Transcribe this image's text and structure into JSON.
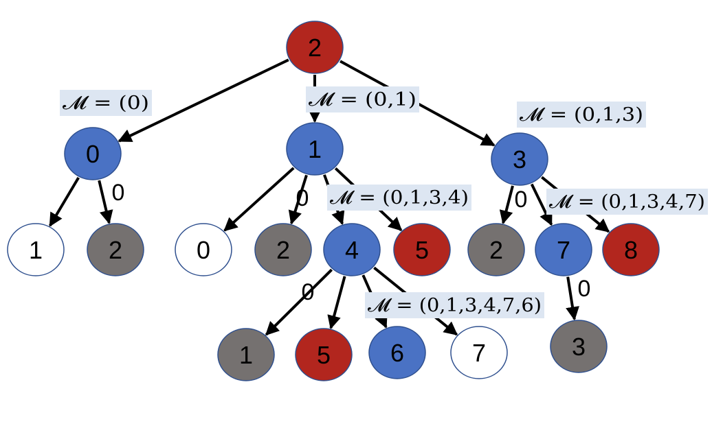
{
  "colors": {
    "red": "#b2261e",
    "blue": "#4a72c4",
    "gray": "#757170",
    "white": "#ffffff",
    "node_stroke": "#2e4f8e",
    "edge": "#000000",
    "label_bg": "#dde6f2"
  },
  "nodes": {
    "root": {
      "label": "2",
      "color": "red"
    },
    "n0": {
      "label": "0",
      "color": "blue"
    },
    "n1": {
      "label": "1",
      "color": "blue"
    },
    "n3": {
      "label": "3",
      "color": "blue"
    },
    "n0_1": {
      "label": "1",
      "color": "white"
    },
    "n0_2": {
      "label": "2",
      "color": "gray"
    },
    "n1_0": {
      "label": "0",
      "color": "white"
    },
    "n1_2": {
      "label": "2",
      "color": "gray"
    },
    "n1_4": {
      "label": "4",
      "color": "blue"
    },
    "n1_5": {
      "label": "5",
      "color": "red"
    },
    "n3_2": {
      "label": "2",
      "color": "gray"
    },
    "n3_7": {
      "label": "7",
      "color": "blue"
    },
    "n3_8": {
      "label": "8",
      "color": "red"
    },
    "n4_1": {
      "label": "1",
      "color": "gray"
    },
    "n4_5": {
      "label": "5",
      "color": "red"
    },
    "n4_6": {
      "label": "6",
      "color": "blue"
    },
    "n4_7": {
      "label": "7",
      "color": "white"
    },
    "n7_3": {
      "label": "3",
      "color": "gray"
    }
  },
  "edges": [
    {
      "from": "root",
      "to": "n0"
    },
    {
      "from": "root",
      "to": "n1"
    },
    {
      "from": "root",
      "to": "n3"
    },
    {
      "from": "n0",
      "to": "n0_1"
    },
    {
      "from": "n0",
      "to": "n0_2",
      "label": "0"
    },
    {
      "from": "n1",
      "to": "n1_0"
    },
    {
      "from": "n1",
      "to": "n1_2",
      "label": "0"
    },
    {
      "from": "n1",
      "to": "n1_4"
    },
    {
      "from": "n1",
      "to": "n1_5"
    },
    {
      "from": "n3",
      "to": "n3_2",
      "label": "0"
    },
    {
      "from": "n3",
      "to": "n3_7"
    },
    {
      "from": "n3",
      "to": "n3_8"
    },
    {
      "from": "n1_4",
      "to": "n4_1",
      "label": "0"
    },
    {
      "from": "n1_4",
      "to": "n4_5"
    },
    {
      "from": "n1_4",
      "to": "n4_6"
    },
    {
      "from": "n1_4",
      "to": "n4_7"
    },
    {
      "from": "n3_7",
      "to": "n7_3",
      "label": "0"
    }
  ],
  "m_labels": {
    "m0": "𝓜 = (0)",
    "m1": "𝓜 = (0,1)",
    "m3": "𝓜 = (0,1,3)",
    "m4": "𝓜 = (0,1,3,4)",
    "m7": "𝓜 = (0,1,3,4,7)",
    "m6": "𝓜 = (0,1,3,4,7,6)"
  }
}
